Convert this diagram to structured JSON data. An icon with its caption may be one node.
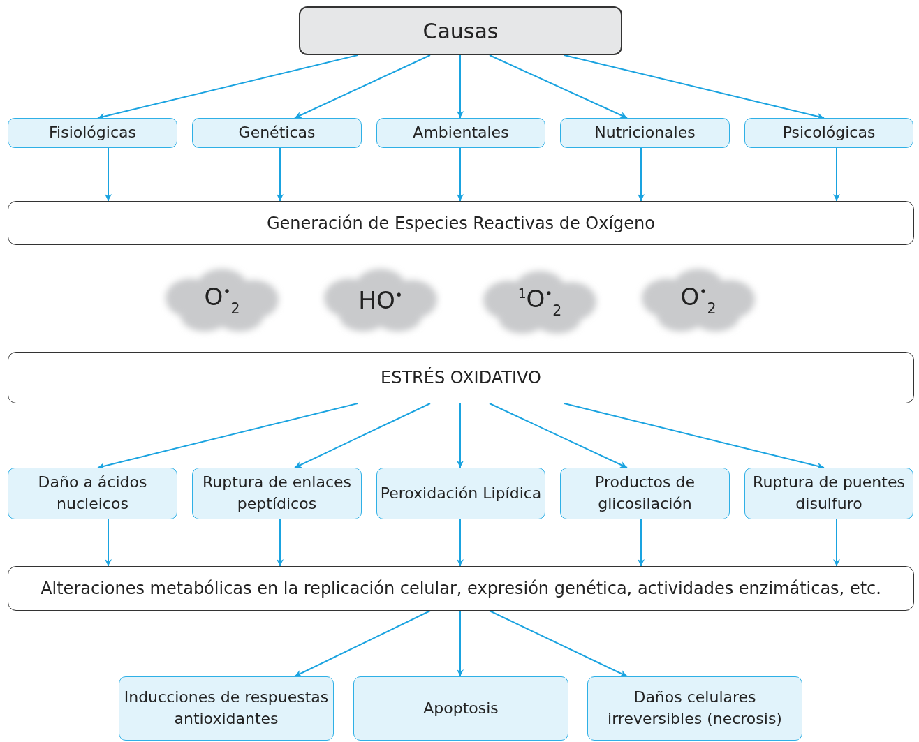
{
  "diagram": {
    "nodes": [
      {
        "text": [
          "Causas"
        ]
      },
      {
        "text": [
          "Fisiológicas"
        ]
      },
      {
        "text": [
          "Genéticas"
        ]
      },
      {
        "text": [
          "Ambientales"
        ]
      },
      {
        "text": [
          "Nutricionales"
        ]
      },
      {
        "text": [
          "Psicológicas"
        ]
      },
      {
        "text": [
          "Generación de Especies Reactivas de Oxígeno"
        ]
      },
      {
        "text": [
          "O$^{•}$$_{2}$"
        ]
      },
      {
        "text": [
          "HO$^{•}$"
        ]
      },
      {
        "text": [
          "$^{1}$O$^{•}$$_{2}$"
        ]
      },
      {
        "text": [
          "O$^{•}$$_{2}$"
        ]
      },
      {
        "text": [
          "ESTRÉS OXIDATIVO"
        ]
      },
      {
        "text": [
          "Daño a ácidos nucleicos"
        ]
      },
      {
        "text": [
          "Ruptura de enlaces peptídicos"
        ]
      },
      {
        "text": [
          "Peroxidación Lipídica"
        ]
      },
      {
        "text": [
          "Productos de glicosilación"
        ]
      },
      {
        "text": [
          "Ruptura de puentes disulfuro"
        ]
      },
      {
        "text": [
          "Alteraciones metabólicas en la replicación celular, expresión genética, actividades enzimáticas, etc."
        ]
      },
      {
        "text": [
          "Inducciones de respuestas antioxidantes"
        ]
      },
      {
        "text": [
          "Apoptosis"
        ]
      },
      {
        "text": [
          "Daños celulares irreversibles (necrosis)"
        ]
      }
    ],
    "edges": [
      {
        "from": 0,
        "to": 1,
        "arrow": "to"
      },
      {
        "from": 0,
        "to": 2,
        "arrow": "to"
      },
      {
        "from": 0,
        "to": 3,
        "arrow": "to"
      },
      {
        "from": 0,
        "to": 4,
        "arrow": "to"
      },
      {
        "from": 0,
        "to": 5,
        "arrow": "to"
      },
      {
        "from": 1,
        "to": 6,
        "arrow": "to"
      },
      {
        "from": 2,
        "to": 6,
        "arrow": "to"
      },
      {
        "from": 3,
        "to": 6,
        "arrow": "to"
      },
      {
        "from": 4,
        "to": 6,
        "arrow": "to"
      },
      {
        "from": 5,
        "to": 6,
        "arrow": "to"
      },
      {
        "from": 11,
        "to": 12,
        "arrow": "to"
      },
      {
        "from": 11,
        "to": 13,
        "arrow": "to"
      },
      {
        "from": 11,
        "to": 14,
        "arrow": "to"
      },
      {
        "from": 11,
        "to": 15,
        "arrow": "to"
      },
      {
        "from": 11,
        "to": 16,
        "arrow": "to"
      },
      {
        "from": 12,
        "to": 17,
        "arrow": "to"
      },
      {
        "from": 13,
        "to": 17,
        "arrow": "to"
      },
      {
        "from": 14,
        "to": 17,
        "arrow": "to"
      },
      {
        "from": 15,
        "to": 17,
        "arrow": "to"
      },
      {
        "from": 16,
        "to": 17,
        "arrow": "to"
      },
      {
        "from": 17,
        "to": 18,
        "arrow": "to"
      },
      {
        "from": 17,
        "to": 19,
        "arrow": "to"
      },
      {
        "from": 17,
        "to": 20,
        "arrow": "to"
      }
    ]
  }
}
